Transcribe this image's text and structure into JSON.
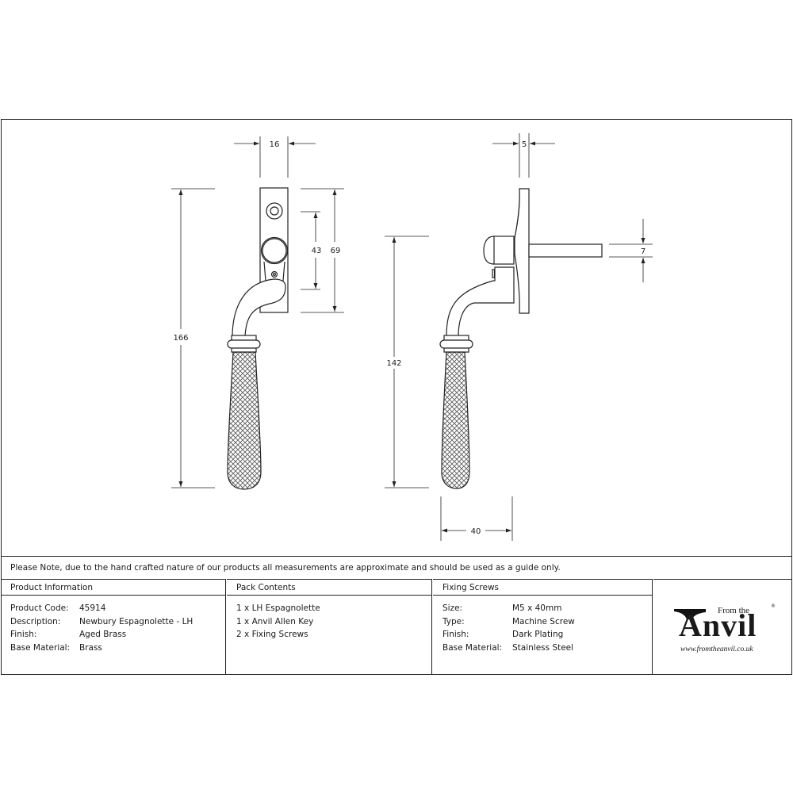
{
  "drawing": {
    "front_view": {
      "dimensions": {
        "width_top": "16",
        "overall_height": "166",
        "spindle_to_fixing": "43",
        "escutcheon_height": "69"
      }
    },
    "side_view": {
      "dimensions": {
        "plate_thickness": "5",
        "spindle_size": "7",
        "handle_height": "142",
        "projection": "40"
      }
    }
  },
  "note": "Please Note, due to the hand crafted nature of our products all measurements are approximate and should be used as a guide only.",
  "product_information": {
    "title": "Product Information",
    "rows": [
      {
        "label": "Product Code:",
        "value": "45914"
      },
      {
        "label": "Description:",
        "value": "Newbury Espagnolette - LH"
      },
      {
        "label": "Finish:",
        "value": "Aged Brass"
      },
      {
        "label": "Base Material:",
        "value": "Brass"
      }
    ]
  },
  "pack_contents": {
    "title": "Pack Contents",
    "items": [
      "1 x LH Espagnolette",
      "1 x Anvil Allen Key",
      "2 x Fixing Screws"
    ]
  },
  "fixing_screws": {
    "title": "Fixing Screws",
    "rows": [
      {
        "label": "Size:",
        "value": "M5 x 40mm"
      },
      {
        "label": "Type:",
        "value": "Machine Screw"
      },
      {
        "label": "Finish:",
        "value": "Dark Plating"
      },
      {
        "label": "Base Material:",
        "value": "Stainless Steel"
      }
    ]
  },
  "logo": {
    "from_the": "From the",
    "word": "Anvil",
    "url": "www.fromtheanvil.co.uk",
    "registered": "®"
  }
}
